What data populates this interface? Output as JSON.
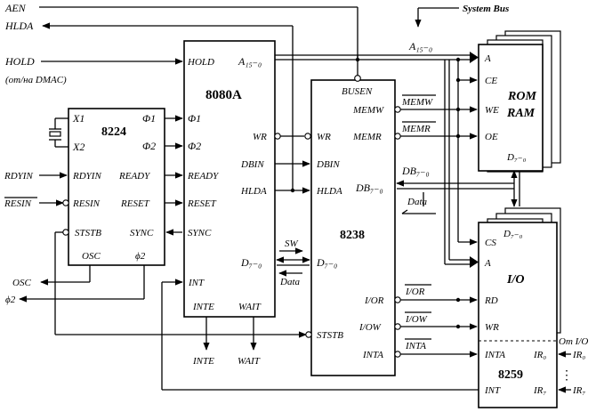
{
  "signals": {
    "aen": "AEN",
    "hlda_out": "HLDA",
    "hold": "HOLD",
    "hold_note": "(от/на DMAC)",
    "system_bus": "System Bus",
    "rdyin": "RDYIN",
    "resin": "RESIN",
    "osc": "OSC",
    "phi2": "ϕ2",
    "inte": "INTE",
    "wait": "WAIT",
    "addr_bus": "A₁₅₋₀",
    "data_bus_top": "DB₇₋₀",
    "data_bus": "DB₇₋₀",
    "data_note": "Data",
    "sw_note": "SW",
    "data_note2": "Data",
    "memw_bus": "MEMW",
    "memr_bus": "MEMR",
    "ior_bus": "I/OR",
    "iow_bus": "I/OW",
    "inta_bus": "INTA",
    "from_io": "От I/O",
    "ir0": "IR₀",
    "ir7": "IR₇",
    "dots": "⋮"
  },
  "chips": {
    "c8224": {
      "title": "8224",
      "x1": "X1",
      "x2": "X2",
      "phi1": "Φ1",
      "phi2": "Φ2",
      "rdyin": "RDYIN",
      "ready": "READY",
      "resin": "RESIN",
      "reset": "RESET",
      "ststb": "STSTB",
      "sync": "SYNC",
      "osc": "OSC",
      "phi2b": "ϕ2"
    },
    "c8080": {
      "title": "8080A",
      "hold": "HOLD",
      "a": "A₁₅₋₀",
      "phi1": "Φ1",
      "phi2": "Φ2",
      "wr": "WR",
      "dbin": "DBIN",
      "ready": "READY",
      "hlda": "HLDA",
      "reset": "RESET",
      "sync": "SYNC",
      "d": "D₇₋₀",
      "int": "INT",
      "inte": "INTE",
      "wait": "WAIT"
    },
    "c8238": {
      "title": "8238",
      "busen": "BUSEN",
      "memw": "MEMW",
      "memr": "MEMR",
      "wr": "WR",
      "dbin": "DBIN",
      "hlda": "HLDA",
      "db": "DB₇₋₀",
      "d": "D₇₋₀",
      "ior": "I/OR",
      "iow": "I/OW",
      "ststb": "STSTB",
      "inta": "INTA"
    },
    "mem": {
      "title1": "ROM",
      "title2": "RAM",
      "a": "A",
      "ce": "CE",
      "we": "WE",
      "oe": "OE",
      "d": "D₇₋₀"
    },
    "io": {
      "title": "I/O",
      "d": "D₇₋₀",
      "cs": "CS",
      "a": "A",
      "rd": "RD",
      "wr": "WR"
    },
    "c8259": {
      "title": "8259",
      "inta": "INTA",
      "int": "INT",
      "ir0": "IR₀",
      "ir7": "IR₇"
    }
  }
}
